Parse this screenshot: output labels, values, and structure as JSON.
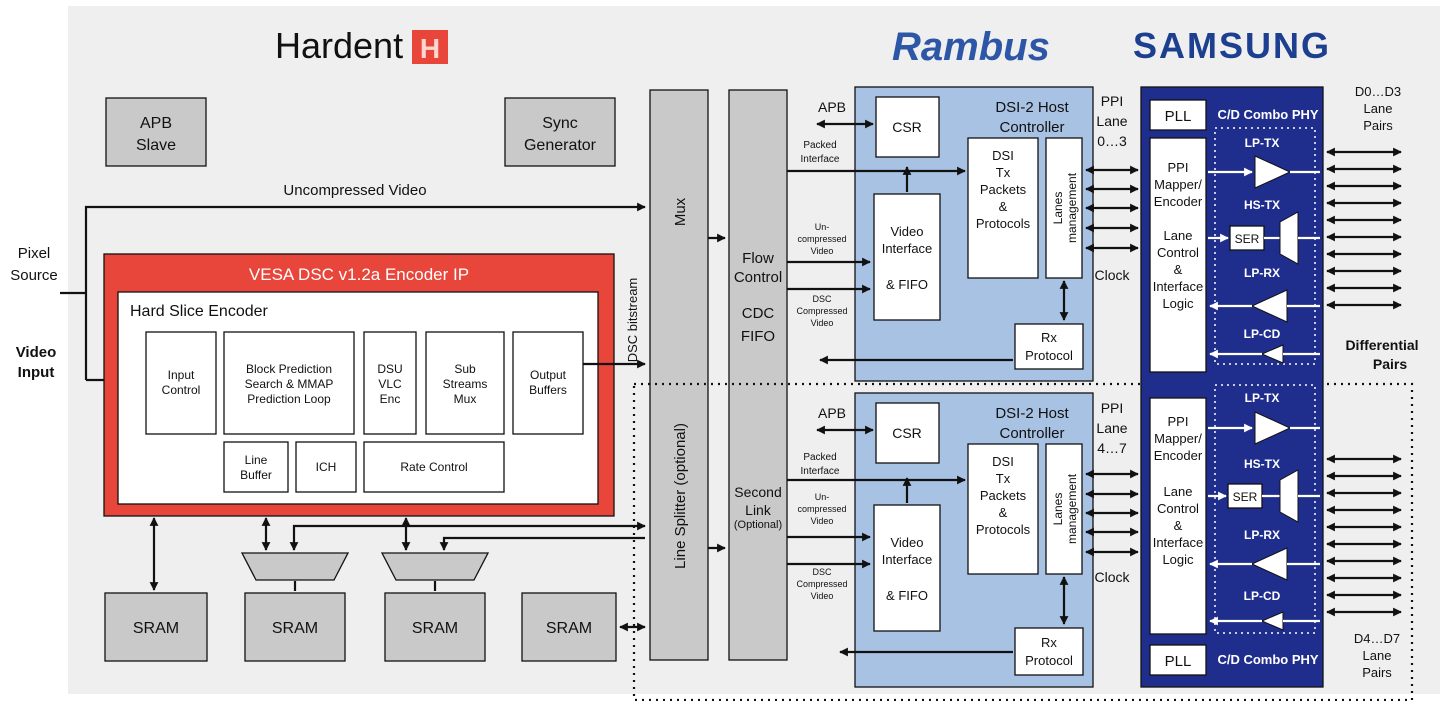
{
  "brands": {
    "hardent": "Hardent",
    "hardent_mark": "H",
    "rambus": "Rambus",
    "samsung": "SAMSUNG"
  },
  "left": {
    "apb_slave": [
      "APB",
      "Slave"
    ],
    "sync_generator": [
      "Sync",
      "Generator"
    ],
    "uncompressed_video": "Uncompressed Video",
    "pixel_source": [
      "Pixel",
      "Source"
    ],
    "video_input": [
      "Video",
      "Input"
    ],
    "encoder_ip": "VESA DSC v1.2a Encoder IP",
    "hard_slice": "Hard Slice Encoder",
    "input_control": [
      "Input",
      "Control"
    ],
    "block_prediction": [
      "Block Prediction",
      "Search & MMAP",
      "Prediction Loop"
    ],
    "dsu_vlc": [
      "DSU",
      "VLC",
      "Enc"
    ],
    "sub_streams": [
      "Sub",
      "Streams",
      "Mux"
    ],
    "output_buffers": [
      "Output",
      "Buffers"
    ],
    "line_buffer": [
      "Line",
      "Buffer"
    ],
    "ich": "ICH",
    "rate_control": "Rate Control",
    "dsc_bitstream": "DSC bitstream",
    "sram": "SRAM"
  },
  "middle": {
    "mux": "Mux",
    "line_splitter": "Line Splitter (optional)",
    "flow_control": [
      "Flow",
      "Control"
    ],
    "cdc_fifo": [
      "CDC",
      "FIFO"
    ],
    "second_link": [
      "Second",
      "Link"
    ],
    "optional": "(Optional)"
  },
  "host": {
    "apb": "APB",
    "csr": "CSR",
    "title": [
      "DSI-2 Host",
      "Controller"
    ],
    "packed_interface": [
      "Packed",
      "Interface"
    ],
    "uncompressed": [
      "Un-",
      "compressed",
      "Video"
    ],
    "dsc_compressed": [
      "DSC",
      "Compressed",
      "Video"
    ],
    "video_interface": [
      "Video",
      "Interface",
      "& FIFO"
    ],
    "dsi_tx": [
      "DSI",
      "Tx",
      "Packets",
      "&",
      "Protocols"
    ],
    "lanes_management": [
      "Lanes",
      "management"
    ],
    "rx_protocol": [
      "Rx",
      "Protocol"
    ]
  },
  "ppi": {
    "top": [
      "PPI",
      "Lane",
      "0…3"
    ],
    "bottom": [
      "PPI",
      "Lane",
      "4…7"
    ],
    "clock": "Clock"
  },
  "phy": {
    "pll": "PLL",
    "combo": "C/D Combo PHY",
    "mapper": [
      "PPI",
      "Mapper/",
      "Encoder"
    ],
    "lane_control": [
      "Lane",
      "Control",
      "&",
      "Interface",
      "Logic"
    ],
    "lp_tx": "LP-TX",
    "hs_tx": "HS-TX",
    "ser": "SER",
    "lp_rx": "LP-RX",
    "lp_cd": "LP-CD"
  },
  "right": {
    "top_pairs": [
      "D0…D3",
      "Lane",
      "Pairs"
    ],
    "bottom_pairs": [
      "D4…D7",
      "Lane",
      "Pairs"
    ],
    "differential": [
      "Differential",
      "Pairs"
    ]
  },
  "colors": {
    "background": "#efefef",
    "encoder_red": "#e8463a",
    "gray_block": "#c9c9c9",
    "rambus_blue": "#a8c2e4",
    "phy_navy": "#1f2e8c",
    "hardent_red": "#e8463a"
  }
}
